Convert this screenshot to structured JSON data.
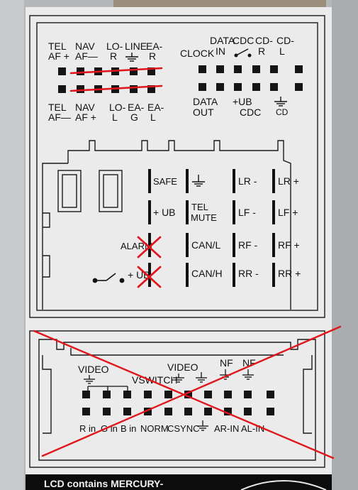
{
  "upper_connector": {
    "top_left_labels": [
      {
        "line1": "TEL",
        "line2": "AF +"
      },
      {
        "line1": "NAV",
        "line2": "AF—"
      },
      {
        "line1": "LO-",
        "line2": "R"
      },
      {
        "line1": "LINE",
        "line2": ""
      },
      {
        "line1": "EA-",
        "line2": "R"
      }
    ],
    "bottom_left_labels": [
      {
        "line1": "TEL",
        "line2": "AF—"
      },
      {
        "line1": "NAV",
        "line2": "AF +"
      },
      {
        "line1": "LO-",
        "line2": "L"
      },
      {
        "line1": "EA-",
        "line2": "G"
      },
      {
        "line1": "EA-",
        "line2": "L"
      }
    ],
    "top_right_labels": {
      "clock": "CLOCK",
      "data_in": {
        "line1": "DATA",
        "line2": "IN"
      },
      "cdc": "CDC",
      "cd_r": {
        "line1": "CD-",
        "line2": "R"
      },
      "cd_l": {
        "line1": "CD-",
        "line2": "L"
      }
    },
    "bottom_right_labels": {
      "data_out": {
        "line1": "DATA",
        "line2": "OUT"
      },
      "ub_cdc": {
        "line1": "+UB",
        "line2": "CDC"
      },
      "cd_ground": "CD"
    },
    "power_block": {
      "rows": [
        [
          "SAFE",
          "",
          "LR -",
          "LR +"
        ],
        [
          "+ UB",
          "TEL MUTE",
          "LF -",
          "LF +"
        ],
        [
          "ALARM",
          "CAN/L",
          "RF -",
          "RF +"
        ],
        [
          "+ UB",
          "CAN/H",
          "RR -",
          "RR +"
        ]
      ],
      "tel_mute_line1": "TEL",
      "tel_mute_line2": "MUTE"
    }
  },
  "lower_connector": {
    "top_labels": {
      "video_left": "VIDEO",
      "vswitch": "VSWITCH",
      "video_mid": "VIDEO",
      "nf1": "NF",
      "nf2": "NF"
    },
    "bottom_labels": [
      "R in",
      "G in",
      "B in",
      "NORM",
      "CSYNC",
      "AR-IN",
      "AL-IN"
    ]
  },
  "footer_strip": "LCD contains MERCURY-",
  "colors": {
    "label_bg": "#ebebeb",
    "strike_red": "#e0161c",
    "housing_gray": "#b8bcbf",
    "footer_black": "#0c0c0c"
  }
}
